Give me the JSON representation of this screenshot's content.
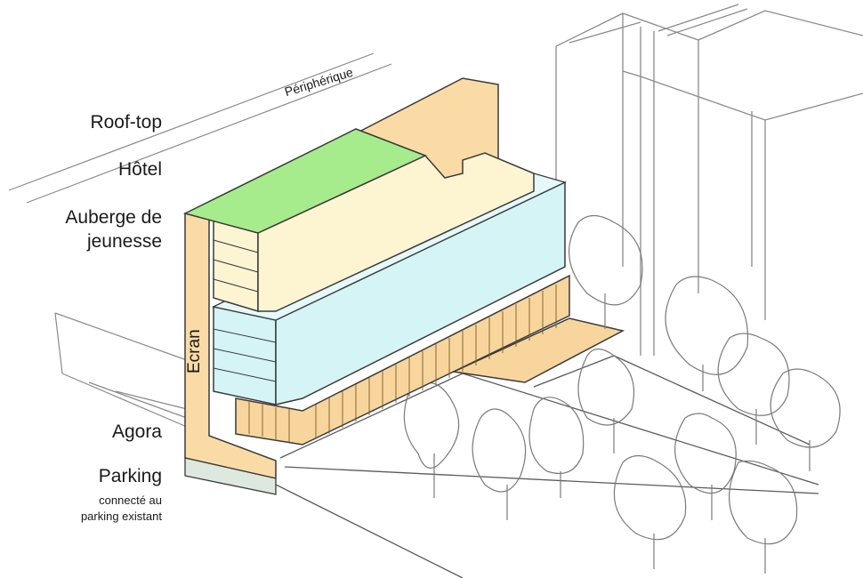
{
  "labels": {
    "rooftop": "Roof-top",
    "hotel": "Hôtel",
    "auberge_line1": "Auberge de",
    "auberge_line2": "jeunesse",
    "agora": "Agora",
    "parking": "Parking",
    "parking_sub_line1": "connecté au",
    "parking_sub_line2": "parking existant",
    "periph": "Périphérique",
    "ecran": "Ecran"
  },
  "colors": {
    "rooftop": "#a6ec8c",
    "hotel": "#fdf4d2",
    "auberge": "#d4f4f6",
    "agora": "#f7d59c",
    "ecran": "#fadba6",
    "parking": "#dde9df",
    "ink": "#3a3a3a",
    "light_ink": "#8a8a8a"
  }
}
